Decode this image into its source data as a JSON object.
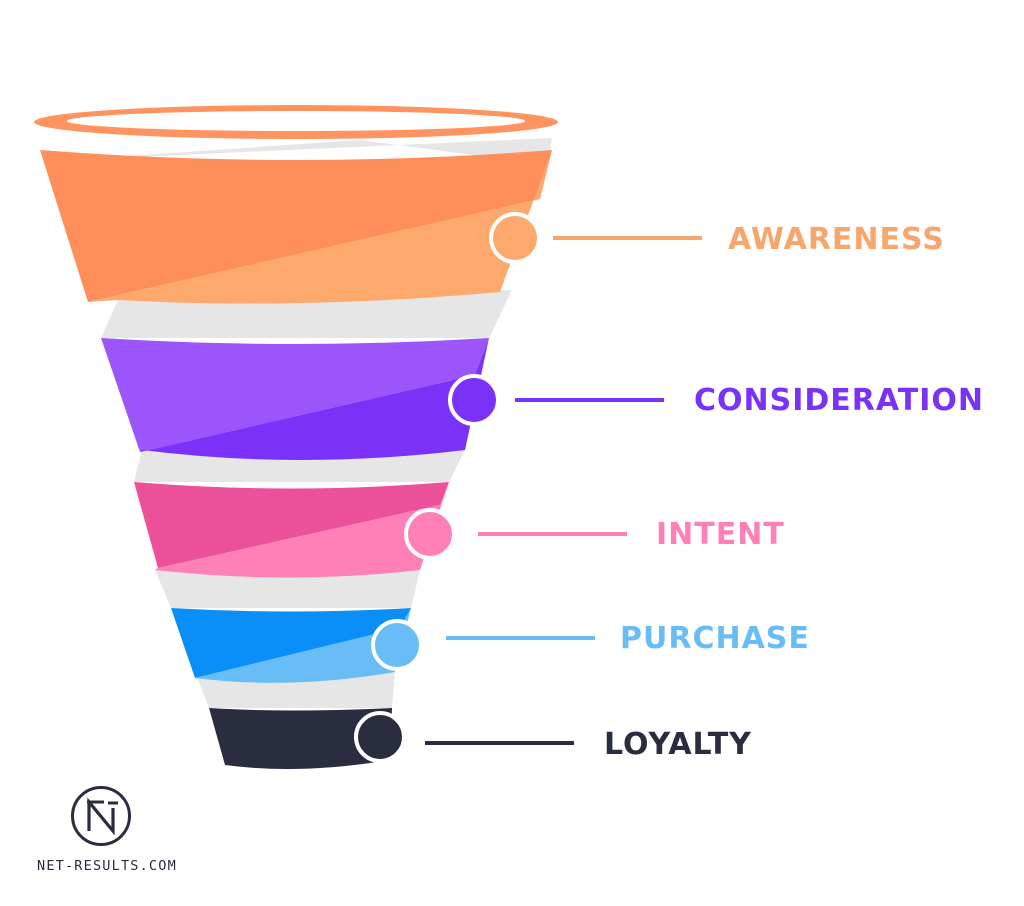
{
  "stages": [
    {
      "label": "AWARENESS",
      "color": "#f9a66c",
      "light": "#fda96d",
      "dark": "#fe8f5b"
    },
    {
      "label": "CONSIDERATION",
      "color": "#7a32f8",
      "light": "#9b55fb",
      "dark": "#7a32f8"
    },
    {
      "label": "INTENT",
      "color": "#ff7fb7",
      "light": "#ff7fb7",
      "dark": "#ec509a"
    },
    {
      "label": "PURCHASE",
      "color": "#68bdf7",
      "light": "#68bdf7",
      "dark": "#0a8ff8"
    },
    {
      "label": "LOYALTY",
      "color": "#2a2c3f",
      "light": "#2a2c3f",
      "dark": "#2a2c3f"
    }
  ],
  "brand": {
    "logo_icon": "n-logo-icon",
    "url": "NET-RESULTS.COM",
    "color": "#2a2c40"
  },
  "gray_band_color": "#e6e6e6",
  "rim_color": "#ff9460"
}
